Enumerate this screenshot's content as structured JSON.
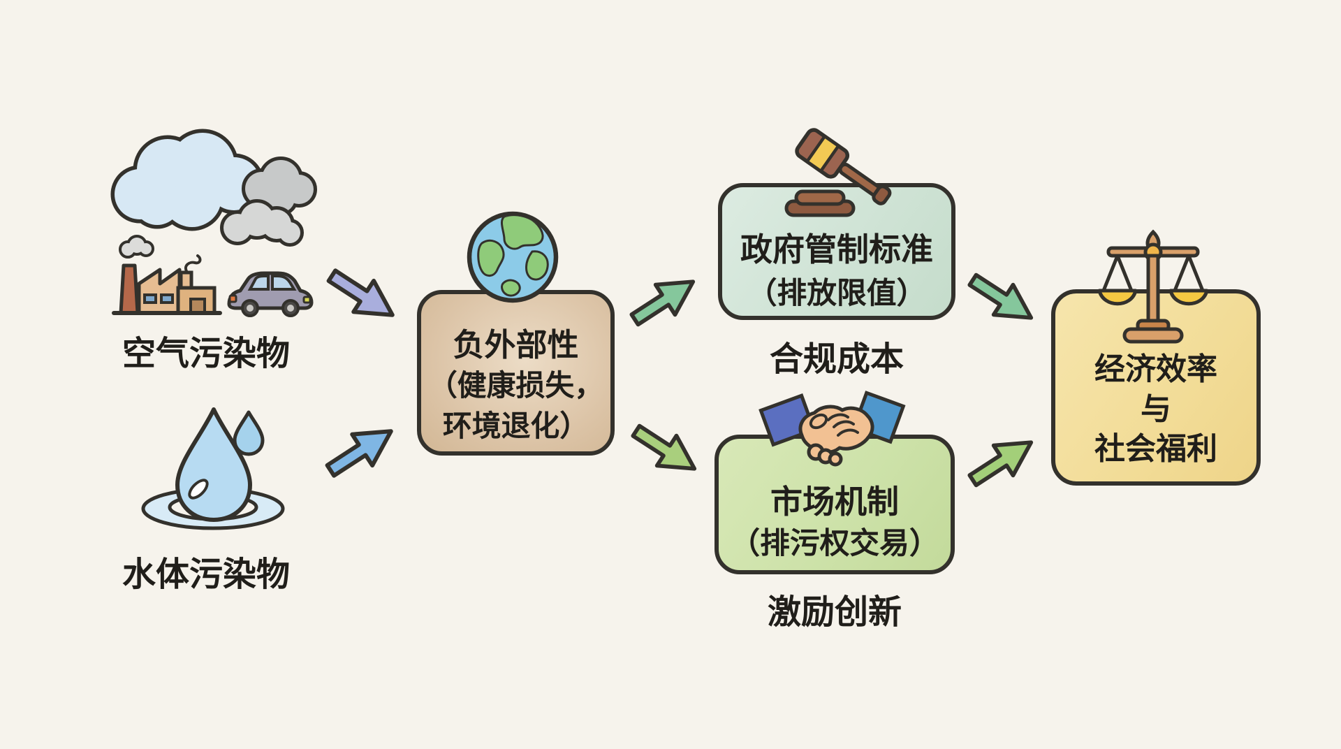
{
  "diagram": {
    "background_color": "#f6f3ec",
    "outline_color": "#33312c",
    "text_color": "#201e1a"
  },
  "sources": {
    "air": {
      "label": "空气污染物",
      "icons": [
        "clouds-icon",
        "factory-icon",
        "car-icon"
      ]
    },
    "water": {
      "label": "水体污染物",
      "icons": [
        "water-drop-icon"
      ]
    }
  },
  "externality": {
    "icon": "earth-icon",
    "title": "负外部性",
    "paren_line1": "（健康损失，",
    "paren_line2": "环境退化）",
    "fill": "#dcc4a7"
  },
  "regulation": {
    "icon": "gavel-icon",
    "title": "政府管制标准",
    "subtitle": "（排放限值）",
    "caption": "合规成本",
    "fill": "#cfe3d5"
  },
  "market": {
    "icon": "handshake-icon",
    "title": "市场机制",
    "subtitle": "（排污权交易）",
    "caption": "激励创新",
    "fill": "#cde2a9"
  },
  "outcome": {
    "icon": "balance-scale-icon",
    "line1": "经济效率",
    "line2": "与",
    "line3": "社会福利",
    "fill": "#f2dc97"
  },
  "arrow_colors": {
    "air_to_externality": "#a9aedd",
    "water_to_externality": "#7fb6e4",
    "externality_to_regulation": "#85c79c",
    "externality_to_market": "#a9cf7d",
    "regulation_to_outcome": "#85c79c",
    "market_to_outcome": "#a3cf79"
  },
  "flows": [
    {
      "from": "空气污染物",
      "to": "负外部性"
    },
    {
      "from": "水体污染物",
      "to": "负外部性"
    },
    {
      "from": "负外部性",
      "to": "政府管制标准（排放限值）"
    },
    {
      "from": "负外部性",
      "to": "市场机制（排污权交易）"
    },
    {
      "from": "政府管制标准（排放限值）",
      "to": "经济效率与社会福利"
    },
    {
      "from": "市场机制（排污权交易）",
      "to": "经济效率与社会福利"
    }
  ]
}
